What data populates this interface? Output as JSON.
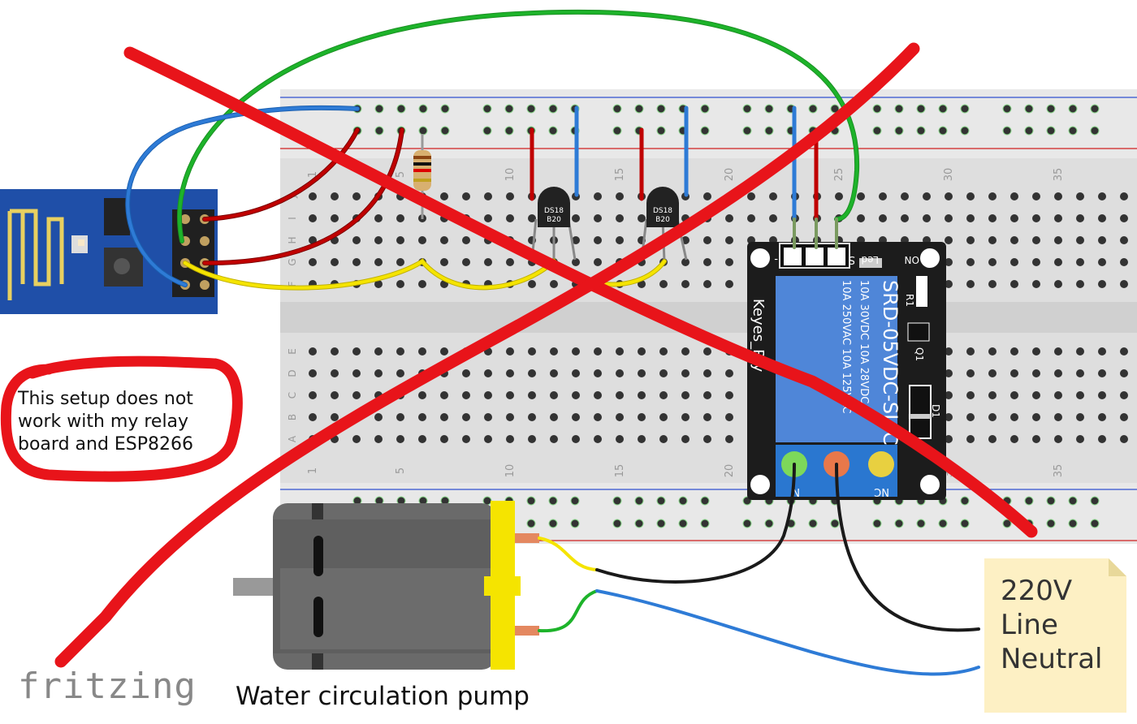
{
  "note": {
    "text": "This setup does not work with my relay board and ESP8266"
  },
  "pump": {
    "caption": "Water circulation pump"
  },
  "mains_label": {
    "line1": "220V",
    "line2": "Line",
    "line3": "Neutral"
  },
  "logo": {
    "text": "fritzing"
  },
  "sensor1": {
    "label_top": "DS18",
    "label_bottom": "B20"
  },
  "sensor2": {
    "label_top": "DS18",
    "label_bottom": "B20"
  },
  "relay": {
    "brand": "Keyes_Rly",
    "model": "SRD-05VDC-SL-C",
    "rating_ac": "10A 250VAC 10A 125VAC",
    "rating_dc": "10A 30VDC 10A 28VDC",
    "pin_minus": "-",
    "pin_signal": "S",
    "led_label": "Led",
    "on_label": "ON",
    "r1_label": "R1",
    "q1_label": "Q1",
    "d1_label": "D1",
    "no_label": "N",
    "nc_label": "NC"
  },
  "breadboard": {
    "row_letters_top": [
      "J",
      "I",
      "H",
      "G",
      "F"
    ],
    "row_letters_bottom": [
      "E",
      "D",
      "C",
      "B",
      "A"
    ],
    "col_numbers": [
      "1",
      "5",
      "10",
      "15",
      "20",
      "25",
      "30",
      "35"
    ]
  },
  "colors": {
    "red_wire": "#c00000",
    "blue_wire": "#2e7bd6",
    "green_wire": "#1db32a",
    "yellow_wire": "#f5e400",
    "black_wire": "#1a1a1a",
    "cross_out": "#e8141a",
    "relay_blue": "#4f86d8",
    "esp_blue": "#1f4fa8",
    "note_bg": "#fdf0c4"
  }
}
